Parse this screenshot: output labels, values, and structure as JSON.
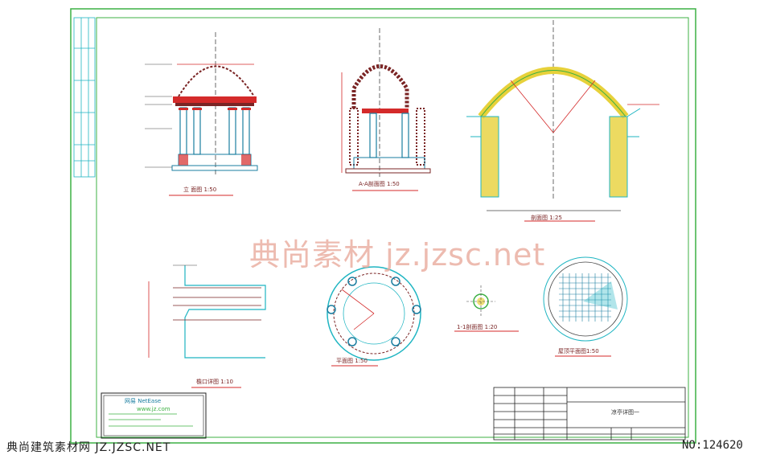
{
  "watermark": "典尚素材 jz.jzsc.net",
  "footer": {
    "left": "典尚建筑素材网 JZ.JZSC.NET",
    "right": "NO:124620"
  },
  "views": {
    "elevation": "立 面图  1:50",
    "section_aa": "A-A剖面图  1:50",
    "section_detail": "剖面图 1:25",
    "cornice": "檐口详图  1:10",
    "plan": "平面图  1:50",
    "section_11": "1-1剖面图  1:20",
    "dome_plan": "屋顶平面图1:50"
  },
  "netease": {
    "title": "网易 NetEase",
    "url": "www.jz.com"
  },
  "title_block": {
    "drawing_name": "凉亭详图一"
  },
  "colors": {
    "frame": "#3cb043",
    "column_red": "#d42a2a",
    "dome_dark": "#7a2424",
    "cyan": "#1fb5c2",
    "yellow": "#e7d13a",
    "watermark": "#e8a99a"
  }
}
